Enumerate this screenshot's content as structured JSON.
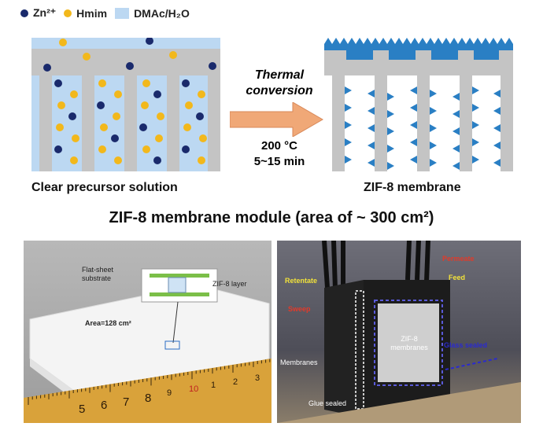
{
  "legend": {
    "items": [
      {
        "label": "Zn²⁺",
        "color": "#1a2a6c",
        "shape": "dot"
      },
      {
        "label": "Hmim",
        "color": "#f2b81c",
        "shape": "dot"
      },
      {
        "label": "DMAc/H₂O",
        "color": "#bcd8f2",
        "shape": "square"
      }
    ]
  },
  "process": {
    "arrow_label_line1": "Thermal",
    "arrow_label_line2": "conversion",
    "temp": "200 °C",
    "time": "5~15 min",
    "left_caption": "Clear precursor solution",
    "right_caption": "ZIF-8 membrane"
  },
  "module": {
    "title": "ZIF-8 membrane module (area of ~ 300 cm²)"
  },
  "photo_left": {
    "flat_sheet": "Flat-sheet",
    "substrate": "substrate",
    "zif_layer": "ZIF-8 layer",
    "area": "Area=128 cm²",
    "ruler_numbers": [
      "5",
      "6",
      "7",
      "8",
      "9",
      "10",
      "1",
      "2",
      "3"
    ]
  },
  "photo_right": {
    "permeate": "Permeate",
    "feed": "Feed",
    "retentate": "Retentate",
    "sweep": "Sweep",
    "zif_line1": "ZIF-8",
    "zif_line2": "membranes",
    "glass_sealed": "Glass sealed",
    "membranes": "Membranes",
    "glue_sealed": "Glue sealed"
  },
  "colors": {
    "zn": "#1a2a6c",
    "hmim": "#f2b81c",
    "solvent": "#bcd8f2",
    "support": "#c4c4c4",
    "zif": "#2a7fc4",
    "arrow": "#f0a877"
  }
}
